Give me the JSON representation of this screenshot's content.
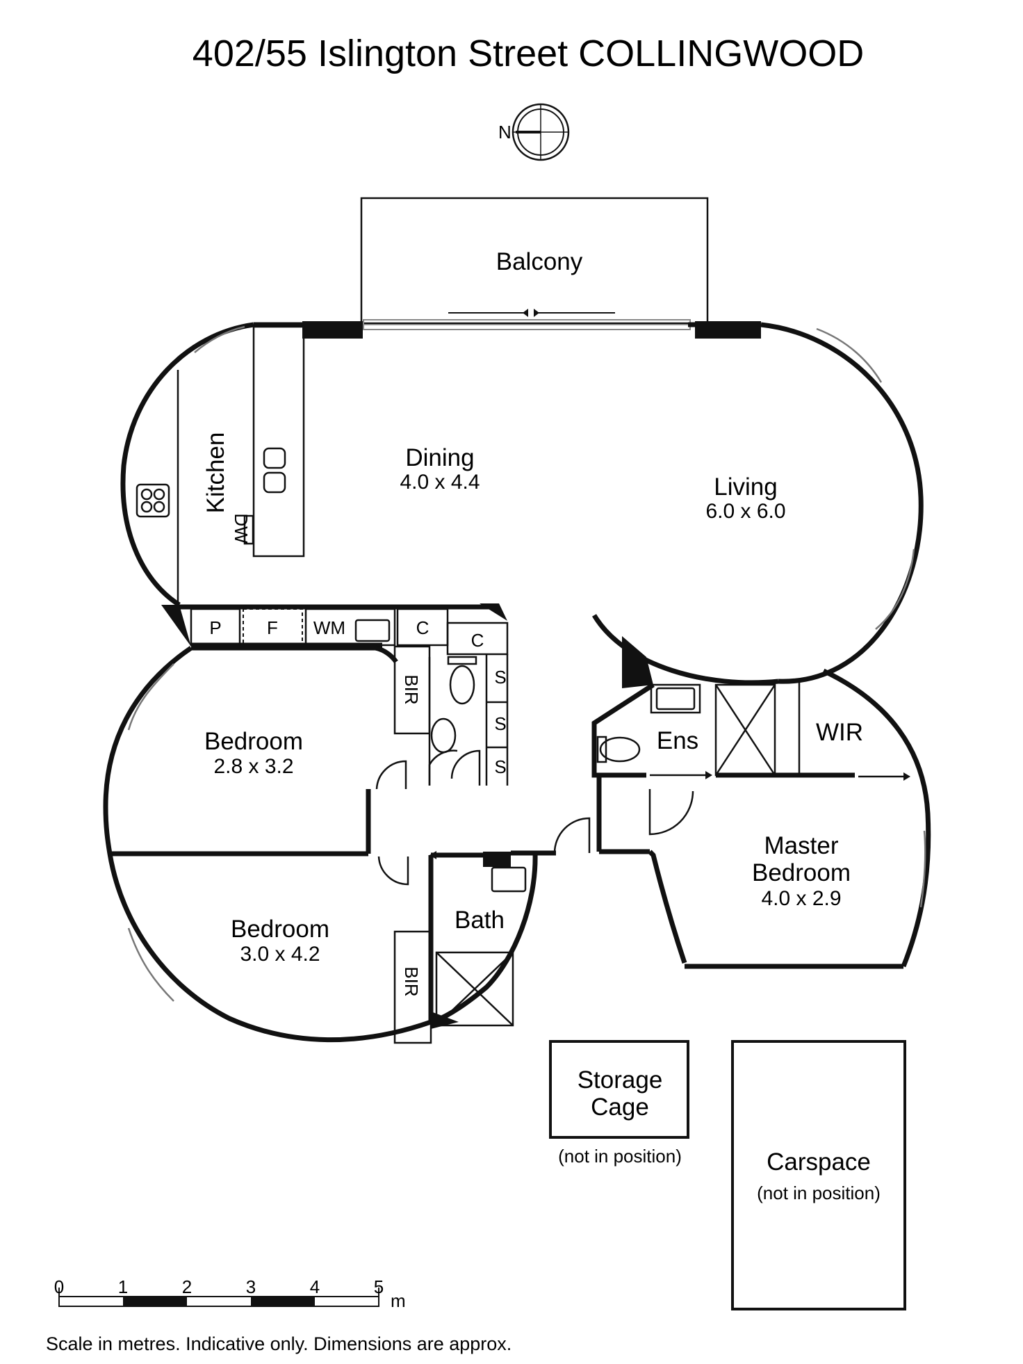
{
  "title": "402/55 Islington Street COLLINGWOOD",
  "compass": {
    "label": "N"
  },
  "rooms": {
    "balcony": {
      "name": "Balcony"
    },
    "kitchen": {
      "name": "Kitchen"
    },
    "dishwasher": {
      "name": "DW"
    },
    "dining": {
      "name": "Dining",
      "dims": "4.0 x 4.4"
    },
    "living": {
      "name": "Living",
      "dims": "6.0 x 6.0"
    },
    "pantry": {
      "name": "P"
    },
    "fridge": {
      "name": "F"
    },
    "washing_machine": {
      "name": "WM"
    },
    "cupboard_1": {
      "name": "C"
    },
    "cupboard_2": {
      "name": "C"
    },
    "bir_1": {
      "name": "BIR"
    },
    "shelf_1": {
      "name": "S"
    },
    "shelf_2": {
      "name": "S"
    },
    "shelf_3": {
      "name": "S"
    },
    "bedroom_1": {
      "name": "Bedroom",
      "dims": "2.8 x 3.2"
    },
    "bedroom_2": {
      "name": "Bedroom",
      "dims": "3.0 x 4.2"
    },
    "bir_2": {
      "name": "BIR"
    },
    "bath": {
      "name": "Bath"
    },
    "ensuite": {
      "name": "Ens"
    },
    "wir": {
      "name": "WIR"
    },
    "master_bedroom": {
      "name_line1": "Master",
      "name_line2": "Bedroom",
      "dims": "4.0 x 2.9"
    },
    "storage_cage": {
      "name_line1": "Storage",
      "name_line2": "Cage",
      "note": "(not in position)"
    },
    "carspace": {
      "name": "Carspace",
      "note": "(not in position)"
    }
  },
  "scale_bar": {
    "ticks": [
      "0",
      "1",
      "2",
      "3",
      "4",
      "5"
    ],
    "unit": "m"
  },
  "footer": "Scale in metres. Indicative only. Dimensions are approx."
}
